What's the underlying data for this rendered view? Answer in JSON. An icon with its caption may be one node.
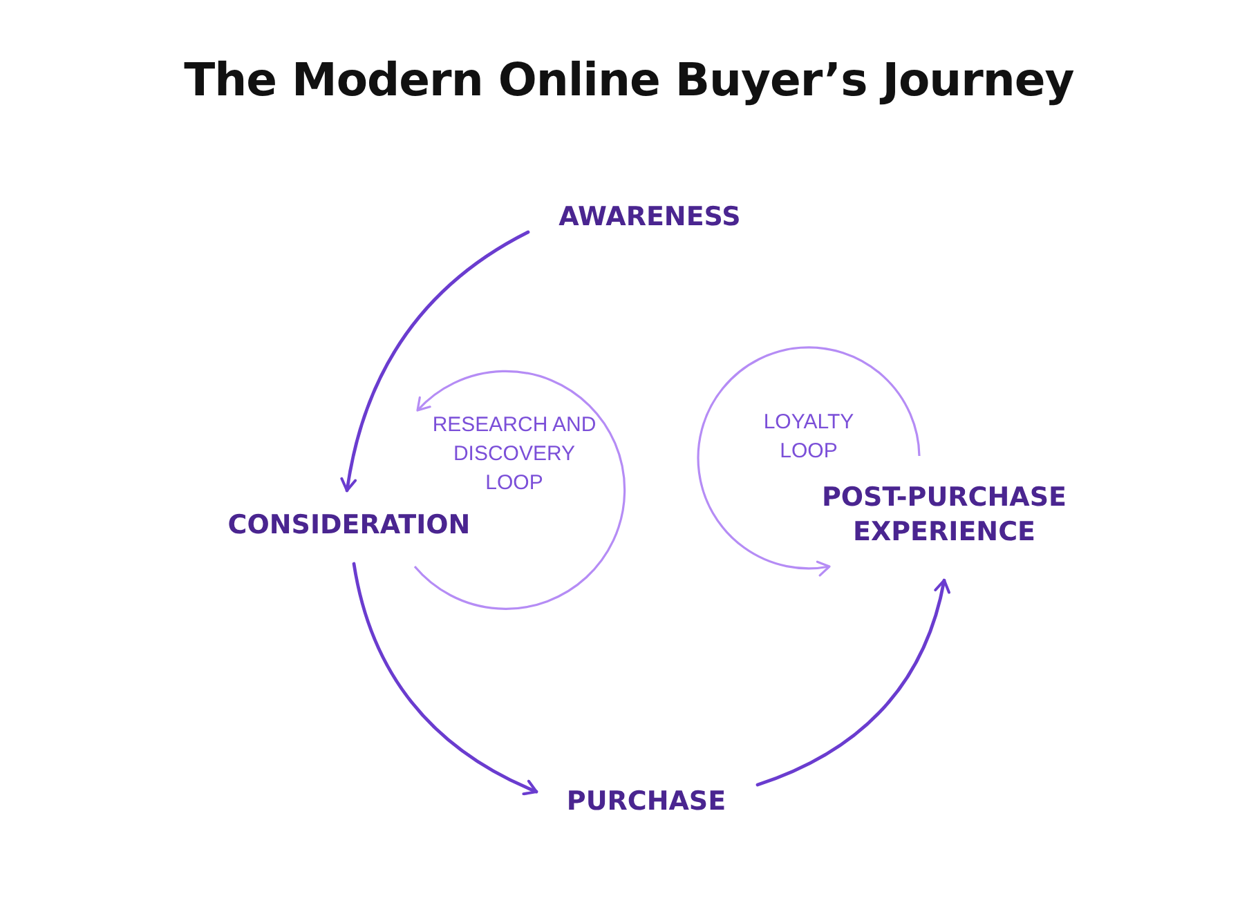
{
  "diagram": {
    "title": "The Modern Online Buyer’s Journey",
    "nodes": [
      {
        "text": [
          "AWARENESS"
        ]
      },
      {
        "text": [
          "CONSIDERATION"
        ]
      },
      {
        "text": [
          "RESEARCH AND DISCOVERY LOOP"
        ]
      },
      {
        "text": [
          "LOYALTY LOOP"
        ]
      },
      {
        "text": [
          "POST-PURCHASE EXPERIENCE"
        ]
      },
      {
        "text": [
          "PURCHASE"
        ]
      }
    ],
    "edges": [
      {
        "from": 0,
        "to": 1,
        "arrow": "to"
      },
      {
        "from": 1,
        "to": 5,
        "arrow": "to"
      },
      {
        "from": 5,
        "to": 4,
        "arrow": "to"
      }
    ]
  }
}
